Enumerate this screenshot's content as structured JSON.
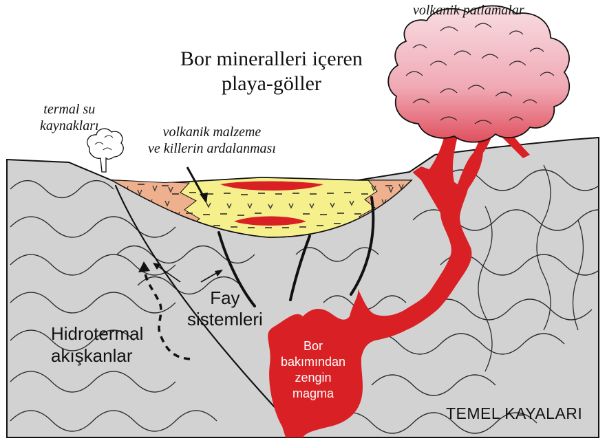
{
  "labels": {
    "volcanic_eruptions": "volkanik patlamalar",
    "playa_lakes_line1": "Bor mineralleri içeren",
    "playa_lakes_line2": "playa-göller",
    "thermal_springs_line1": "termal su",
    "thermal_springs_line2": "kaynakları",
    "volcanic_material_line1": "volkanik malzeme",
    "volcanic_material_line2": "ve killerin ardalanması",
    "fault_systems_line1": "Fay",
    "fault_systems_line2": "sistemleri",
    "hydrothermal_line1": "Hidrotermal",
    "hydrothermal_line2": "akışkanlar",
    "magma_line1": "Bor",
    "magma_line2": "bakımından",
    "magma_line3": "zengin",
    "magma_line4": "magma",
    "bedrock": "TEMEL KAYALARI"
  },
  "colors": {
    "bedrock_fill": "#d2d2d2",
    "sediment_fill": "#f5ef8c",
    "volcanic_wedge_fill": "#eeb08d",
    "magma_fill": "#d92024",
    "eruption_cloud_fill": "#f1b5be",
    "outline": "#111111"
  }
}
